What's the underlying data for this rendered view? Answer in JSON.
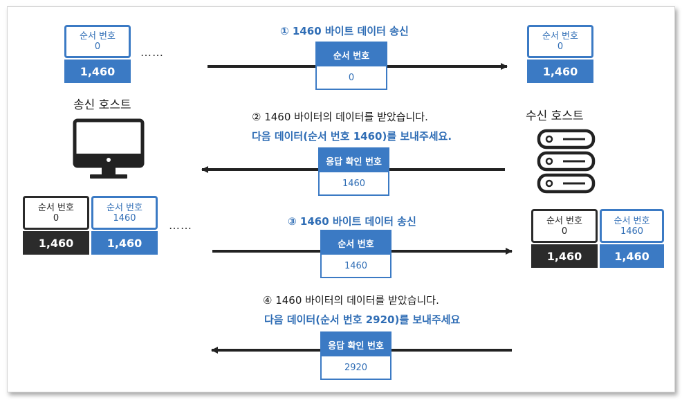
{
  "sender": {
    "title": "송신 호스트",
    "top_seq_label": "순서 번호",
    "top_seq_value": "0",
    "top_size": "1,460",
    "seg1_label": "순서 번호",
    "seg1_value": "0",
    "seg1_size": "1,460",
    "seg2_label": "순서 번호",
    "seg2_value": "1460",
    "seg2_size": "1,460",
    "dots": "……"
  },
  "receiver": {
    "title": "수신 호스트",
    "top_seq_label": "순서 번호",
    "top_seq_value": "0",
    "top_size": "1,460",
    "seg1_label": "순서 번호",
    "seg1_value": "0",
    "seg1_size": "1,460",
    "seg2_label": "순서 번호",
    "seg2_value": "1460",
    "seg2_size": "1,460"
  },
  "steps": [
    {
      "caption": "① 1460 바이트 데이터 송신",
      "packet_header": "순서 번호",
      "packet_value": "0",
      "direction": "right"
    },
    {
      "caption_line1": "② 1460 바이터의 데이터를 받았습니다.",
      "caption_line2": "다음 데이터(순서 번호 1460)를 보내주세요.",
      "packet_header": "응답 확인 번호",
      "packet_value": "1460",
      "direction": "left"
    },
    {
      "caption": "③ 1460 바이트 데이터 송신",
      "packet_header": "순서 번호",
      "packet_value": "1460",
      "direction": "right"
    },
    {
      "caption_line1": "④ 1460 바이터의 데이터를 받았습니다.",
      "caption_line2": "다음 데이터(순서 번호 2920)를 보내주세요",
      "packet_header": "응답 확인 번호",
      "packet_value": "2920",
      "direction": "left"
    }
  ],
  "icons": {
    "sender": "monitor-icon",
    "receiver": "server-icon"
  },
  "colors": {
    "blue": "#3b7ac4",
    "dark": "#2b2b2b",
    "arrow": "#222222"
  }
}
